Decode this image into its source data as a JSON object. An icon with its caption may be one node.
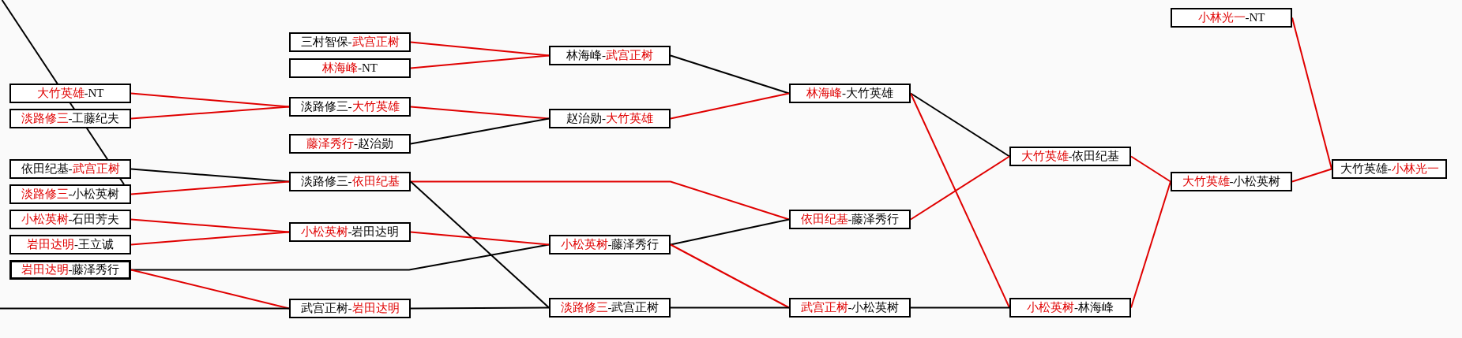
{
  "diagram": {
    "nodes": [
      {
        "text": [
          "大竹英雄",
          "-NT"
        ]
      },
      {
        "text": [
          "淡路修三",
          "-工藤纪夫"
        ]
      },
      {
        "text": [
          "依田纪基-",
          "武宫正树"
        ]
      },
      {
        "text": [
          "淡路修三",
          "-小松英树"
        ]
      },
      {
        "text": [
          "小松英树",
          "-石田芳夫"
        ]
      },
      {
        "text": [
          "岩田达明",
          "-王立诚"
        ]
      },
      {
        "text": [
          "岩田达明",
          "-藤泽秀行"
        ]
      },
      {
        "text": [
          "三村智保-",
          "武宫正树"
        ]
      },
      {
        "text": [
          "林海峰",
          "-NT"
        ]
      },
      {
        "text": [
          "淡路修三-",
          "大竹英雄"
        ]
      },
      {
        "text": [
          "藤泽秀行",
          "-赵治勋"
        ]
      },
      {
        "text": [
          "淡路修三-",
          "依田纪基"
        ]
      },
      {
        "text": [
          "小松英树",
          "-岩田达明"
        ]
      },
      {
        "text": [
          "武宫正树-",
          "岩田达明"
        ]
      },
      {
        "text": [
          "林海峰-",
          "武宫正树"
        ]
      },
      {
        "text": [
          "赵治勋-",
          "大竹英雄"
        ]
      },
      {
        "text": [
          "小松英树",
          "-藤泽秀行"
        ]
      },
      {
        "text": [
          "淡路修三",
          "-武宫正树"
        ]
      },
      {
        "text": [
          "林海峰",
          "-大竹英雄"
        ]
      },
      {
        "text": [
          "依田纪基",
          "-藤泽秀行"
        ]
      },
      {
        "text": [
          "武宫正树",
          "-小松英树"
        ]
      },
      {
        "text": [
          "大竹英雄",
          "-依田纪基"
        ]
      },
      {
        "text": [
          "小松英树",
          "-林海峰"
        ]
      },
      {
        "text": [
          "小林光一",
          "-NT"
        ]
      },
      {
        "text": [
          "大竹英雄",
          "-小松英树"
        ]
      },
      {
        "text": [
          "大竹英雄-",
          "小林光一"
        ]
      }
    ],
    "edges": [
      {
        "from": 0,
        "to": 9,
        "arrow": "none"
      },
      {
        "from": 1,
        "to": 9,
        "arrow": "none"
      },
      {
        "from": 2,
        "to": 11,
        "arrow": "none",
        "color": "#000000"
      },
      {
        "from": 3,
        "to": 11,
        "arrow": "none"
      },
      {
        "from": 4,
        "to": 12,
        "arrow": "none"
      },
      {
        "from": 5,
        "to": 12,
        "arrow": "none"
      },
      {
        "from": 6,
        "to": 16,
        "arrow": "none",
        "color": "#000000"
      },
      {
        "from": 6,
        "to": 13,
        "arrow": "none"
      },
      {
        "from": null,
        "to": 13,
        "arrow": "none",
        "color": "#000000"
      },
      {
        "from": 3,
        "to": null,
        "arrow": "none",
        "color": "#000000"
      },
      {
        "from": 7,
        "to": 14,
        "arrow": "none"
      },
      {
        "from": 8,
        "to": 14,
        "arrow": "none"
      },
      {
        "from": 9,
        "to": 15,
        "arrow": "none"
      },
      {
        "from": 10,
        "to": 15,
        "arrow": "none",
        "color": "#000000"
      },
      {
        "from": 11,
        "to": 19,
        "arrow": "none"
      },
      {
        "from": 11,
        "to": 17,
        "arrow": "none",
        "color": "#000000"
      },
      {
        "from": 12,
        "to": 16,
        "arrow": "none"
      },
      {
        "from": 13,
        "to": 17,
        "arrow": "none",
        "color": "#000000"
      },
      {
        "from": 14,
        "to": 18,
        "arrow": "none",
        "color": "#000000"
      },
      {
        "from": 15,
        "to": 18,
        "arrow": "none"
      },
      {
        "from": 16,
        "to": 19,
        "arrow": "none",
        "color": "#000000"
      },
      {
        "from": 16,
        "to": 20,
        "arrow": "none"
      },
      {
        "from": 17,
        "to": 20,
        "arrow": "none",
        "color": "#000000"
      },
      {
        "from": 18,
        "to": 21,
        "arrow": "none",
        "color": "#000000"
      },
      {
        "from": 18,
        "to": 22,
        "arrow": "none"
      },
      {
        "from": 19,
        "to": 21,
        "arrow": "none"
      },
      {
        "from": 20,
        "to": 22,
        "arrow": "none",
        "color": "#000000"
      },
      {
        "from": 21,
        "to": 24,
        "arrow": "none"
      },
      {
        "from": 22,
        "to": 24,
        "arrow": "none"
      },
      {
        "from": 23,
        "to": 25,
        "arrow": "none"
      },
      {
        "from": 24,
        "to": 25,
        "arrow": "none"
      }
    ]
  }
}
